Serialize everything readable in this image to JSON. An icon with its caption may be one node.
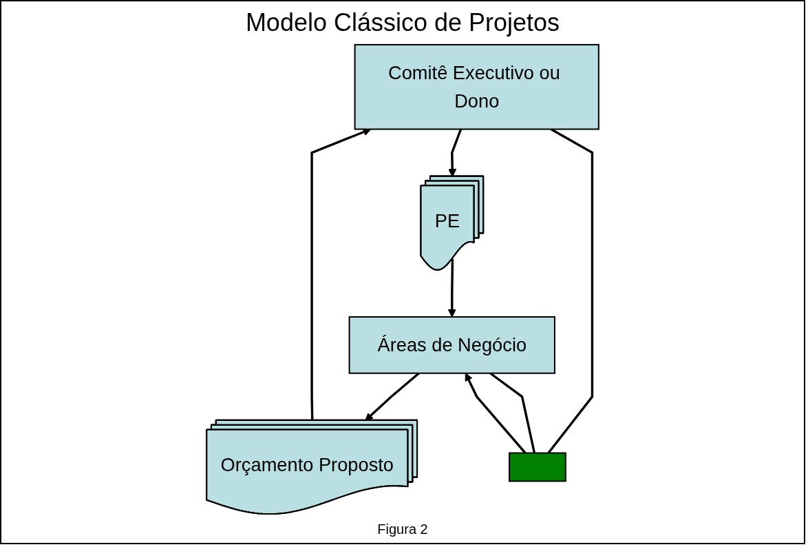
{
  "diagram": {
    "title": "Modelo Clássico de Projetos",
    "caption": "Figura 2",
    "nodes": [
      {
        "text": [
          "Comitê Executivo ou Dono"
        ]
      },
      {
        "text": [
          "PE"
        ]
      },
      {
        "text": [
          "Áreas de Negócio"
        ]
      },
      {
        "text": [
          "Orçamento Proposto"
        ]
      },
      {
        "text": [],
        "shape": "box"
      }
    ],
    "edges": [
      {
        "from": 0,
        "to": 1,
        "arrow": "to"
      },
      {
        "from": 1,
        "to": 2,
        "arrow": "to"
      },
      {
        "from": 2,
        "to": 3,
        "arrow": "to"
      },
      {
        "from": 3,
        "to": 0,
        "arrow": "to"
      },
      {
        "from": 0,
        "to": 4,
        "arrow": "none"
      },
      {
        "from": 4,
        "to": 2,
        "arrow": "to"
      },
      {
        "from": 2,
        "to": 4,
        "arrow": "none"
      }
    ]
  }
}
